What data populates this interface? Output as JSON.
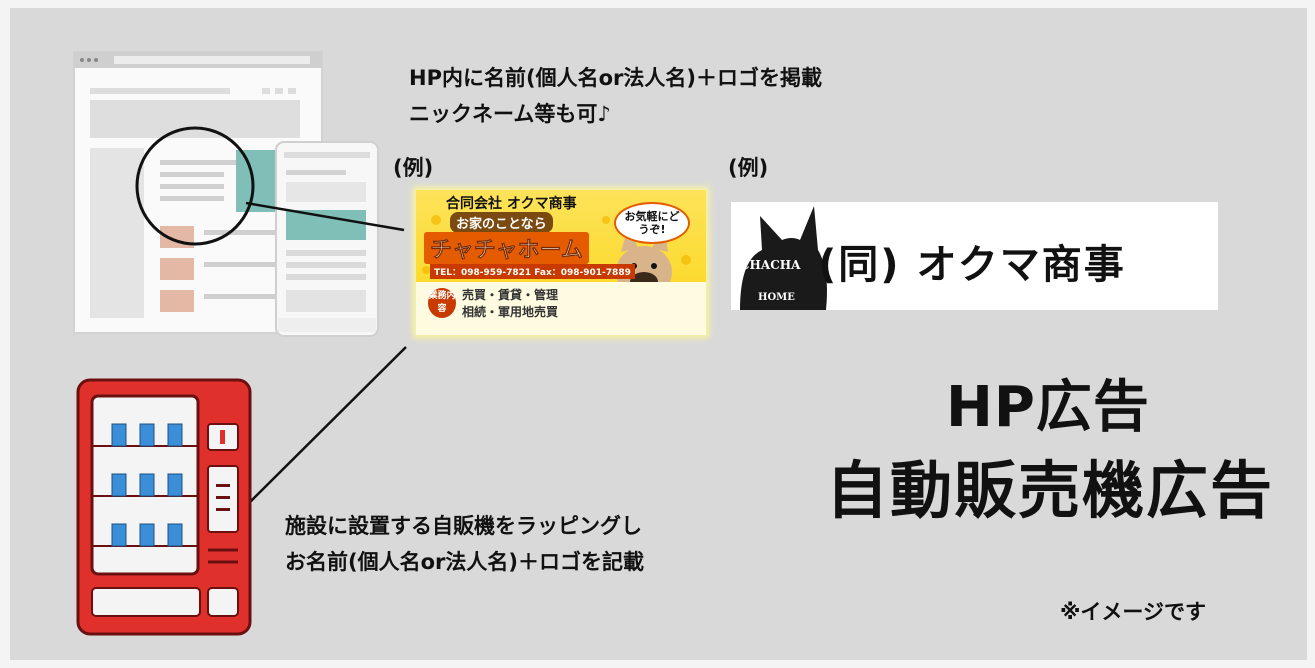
{
  "hp_caption": {
    "line1": "HP内に名前(個人名or法人名)＋ロゴを掲載",
    "line2": "ニックネーム等も可♪"
  },
  "example_label_1": "(例)",
  "example_label_2": "(例)",
  "banner": {
    "company": "合同会社 オクマ商事",
    "subtitle": "お家のことなら",
    "name": "チャチャホーム",
    "bubble": "お気軽にどうぞ!",
    "tel": "TEL：098-959-7821  Fax：098-901-7889",
    "tag": "業務内容",
    "services_1": "売買・賃貸・管理",
    "services_2": "相続・軍用地売買"
  },
  "logo": {
    "word_top": "CHACHA",
    "word_bottom": "HOME",
    "company": "(同) オクマ商事"
  },
  "title": {
    "line1": "HP広告",
    "line2": "自動販売機広告"
  },
  "vending_caption": {
    "line1": "施設に設置する自販機をラッピングし",
    "line2": "お名前(個人名or法人名)＋ロゴを記載"
  },
  "note": "※イメージです",
  "colors": {
    "background": "#d9d9d9",
    "vending_red": "#e0302c",
    "can_blue": "#3b8fd8",
    "accent_teal": "#7fbfb7",
    "accent_tan": "#e3b9a6",
    "banner_yellow": "#fbd516"
  }
}
